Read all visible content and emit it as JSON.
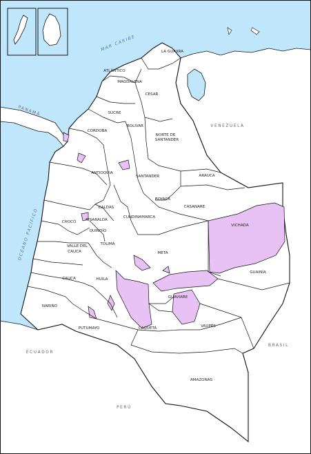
{
  "colors": {
    "sea": "#bfe6fb",
    "land": "#ffffff",
    "neighbor": "#ffffff",
    "border": "#111111",
    "highlight": "#e8c2f4",
    "sea_text": "#4a78a8",
    "country_text": "#666666"
  },
  "seas": {
    "caribbean": "MAR CARIBE",
    "pacific": "OCÉANO PACÍFICO"
  },
  "countries": {
    "panama": "PANAMÁ",
    "venezuela": "VENEZUELA",
    "ecuador": "ECUADOR",
    "peru": "PERÚ",
    "brasil": "BRASIL"
  },
  "departments": {
    "la_guajira": "LA GUAJIRA",
    "atlantico": "ATLÁNTICO",
    "magdalena": "MAGDALENA",
    "cesar": "CESAR",
    "sucre": "SUCRE",
    "bolivar": "BOLÍVAR",
    "cordoba": "CÓRDOBA",
    "norte_santander_1": "NORTE DE",
    "norte_santander_2": "SANTANDER",
    "antioquia": "ANTIOQUIA",
    "santander": "SANTANDER",
    "arauca": "ARAUCA",
    "boyaca": "BOYACÁ",
    "casanare": "CASANARE",
    "choco": "CHOCÓ",
    "caldas": "CALDAS",
    "risaralda": "RISARALDA",
    "quindio": "QUINDÍO",
    "cundinamarca": "CUNDINAMARCA",
    "vichada": "VICHADA",
    "tolima": "TOLIMA",
    "valle_1": "VALLE DEL",
    "valle_2": "CAUCA",
    "meta": "META",
    "cauca": "CAUCA",
    "huila": "HUILA",
    "guainia": "GUAINÍA",
    "guaviare": "GUAVIARE",
    "narino": "NARIÑO",
    "putumayo": "PUTUMAYO",
    "caqueta": "CAQUETÁ",
    "vaupes": "VAUPÉS",
    "amazonas": "AMAZONAS"
  }
}
